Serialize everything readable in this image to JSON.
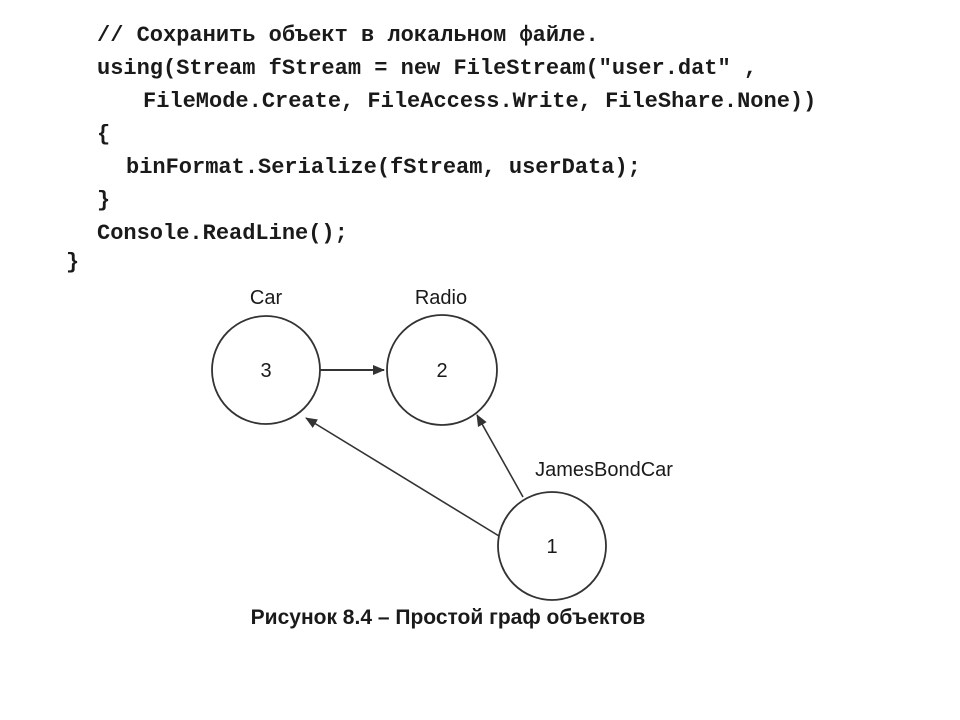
{
  "code": {
    "lines": [
      "// Сохранить объект в локальном файле.",
      "using(Stream fStream = new FileStream(\"user.dat\" ,",
      "FileMode.Create, FileAccess.Write, FileShare.None))",
      "{",
      "binFormat.Serialize(fStream, userData);",
      "}",
      "Console.ReadLine();",
      "}"
    ]
  },
  "figure": {
    "nodes": {
      "car": {
        "label": "Car",
        "number": "3"
      },
      "radio": {
        "label": "Radio",
        "number": "2"
      },
      "james_bond_car": {
        "label": "JamesBondCar",
        "number": "1"
      }
    },
    "caption": "Рисунок 8.4 – Простой граф объектов"
  },
  "colors": {
    "ink": "#1a1a1a",
    "background": "#ffffff"
  }
}
